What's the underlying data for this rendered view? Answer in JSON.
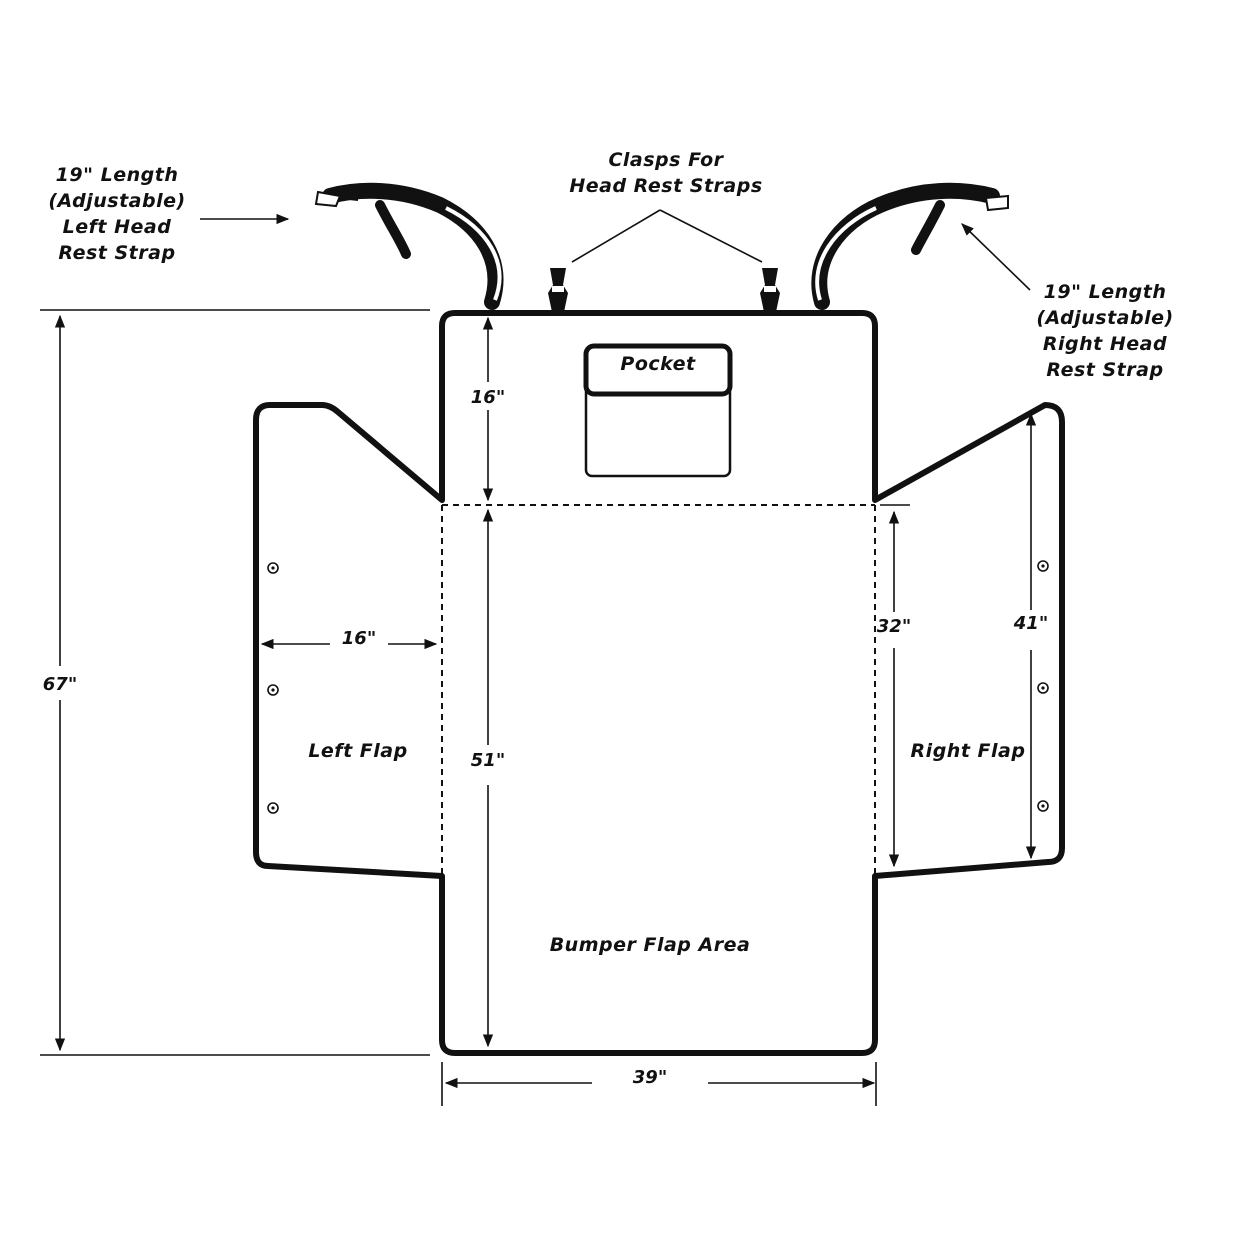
{
  "labels": {
    "left_strap": [
      "19\" Length",
      "(Adjustable)",
      "Left Head",
      "Rest Strap"
    ],
    "right_strap": [
      "19\" Length",
      "(Adjustable)",
      "Right Head",
      "Rest Strap"
    ],
    "clasps": [
      "Clasps For",
      "Head Rest Straps"
    ],
    "pocket": "Pocket",
    "left_flap": "Left Flap",
    "right_flap": "Right Flap",
    "bumper": "Bumper Flap Area"
  },
  "dimensions": {
    "total_length": "67\"",
    "top_section": "16\"",
    "main_section": "51\"",
    "flap_width": "16\"",
    "flap_inner_height": "32\"",
    "flap_outer_height": "41\"",
    "width": "39\""
  }
}
